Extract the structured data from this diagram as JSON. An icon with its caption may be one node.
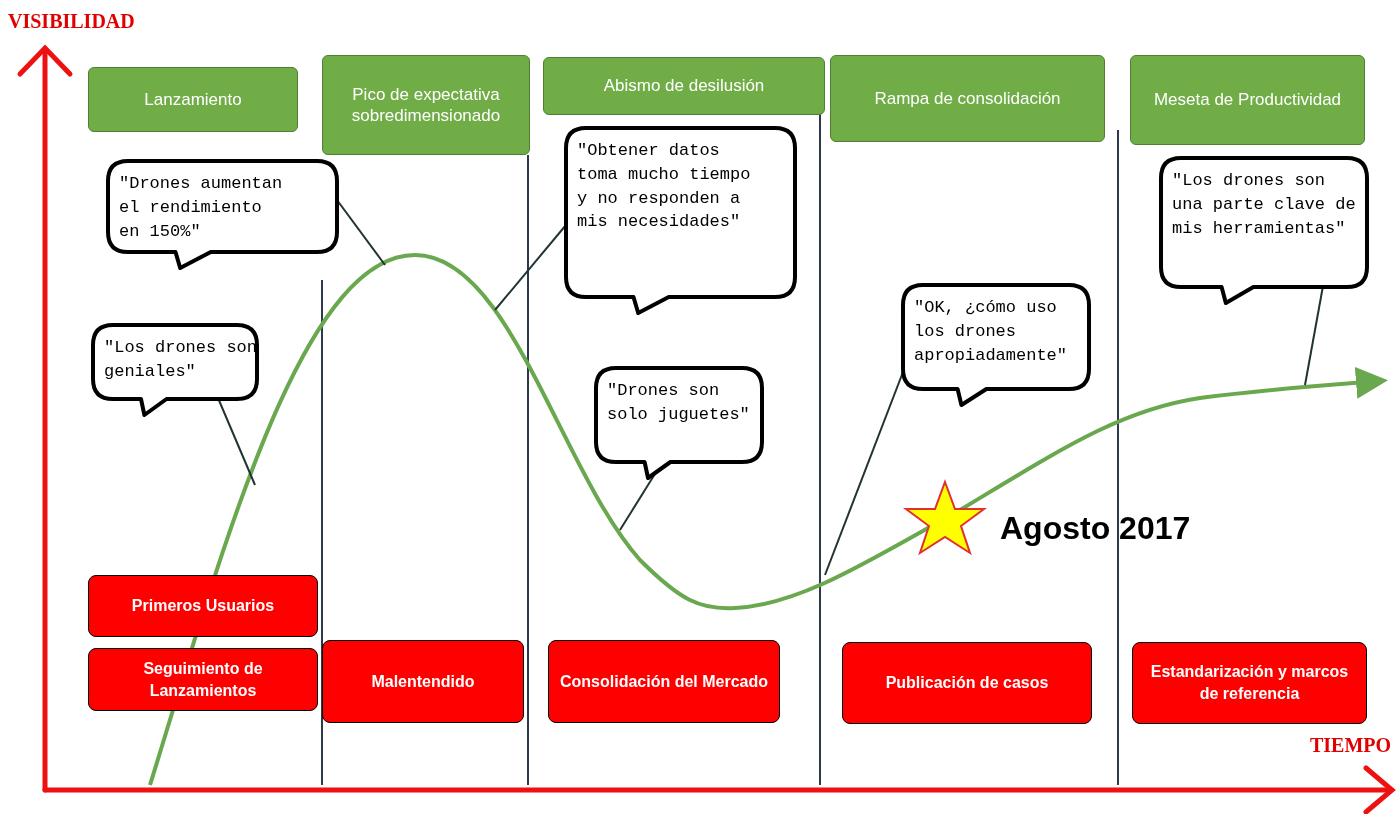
{
  "diagram": {
    "nodes": [
      {
        "text": [
          "Lanzamiento"
        ]
      },
      {
        "text": [
          "Pico de expectativa sobredimensionado"
        ]
      },
      {
        "text": [
          "Abismo de desilusión"
        ]
      },
      {
        "text": [
          "Rampa de consolidación"
        ]
      },
      {
        "text": [
          "Meseta de Productividad"
        ]
      },
      {
        "text": [
          "\"Drones aumentan el rendimiento en 150%\""
        ]
      },
      {
        "text": [
          "\"Obtener datos toma mucho tiempo y no responden a mis necesidades\""
        ]
      },
      {
        "text": [
          "\"Los drones son una parte clave de mis herramientas\""
        ]
      },
      {
        "text": [
          "\"Los drones son geniales\""
        ]
      },
      {
        "text": [
          "\"OK, ¿cómo uso los drones apropiadamente\""
        ]
      },
      {
        "text": [
          "\"Drones son solo juguetes\""
        ]
      },
      {
        "text": [
          "Primeros Usuarios"
        ]
      },
      {
        "text": [
          "Seguimiento de Lanzamientos"
        ]
      },
      {
        "text": [
          "Malentendido"
        ]
      },
      {
        "text": [
          "Consolidación del Mercado"
        ]
      },
      {
        "text": [
          "Publicación de casos"
        ]
      },
      {
        "text": [
          "Estandarización y marcos de referencia"
        ]
      }
    ],
    "edges": [
      {
        "from": 5,
        "to": null,
        "arrow": "none"
      },
      {
        "from": 6,
        "to": null,
        "arrow": "none"
      },
      {
        "from": 7,
        "to": null,
        "arrow": "none"
      },
      {
        "from": 8,
        "to": null,
        "arrow": "none"
      },
      {
        "from": 9,
        "to": null,
        "arrow": "none"
      },
      {
        "from": 10,
        "to": null,
        "arrow": "none"
      }
    ],
    "labels": [
      "VISIBILIDAD",
      "TIEMPO",
      "Agosto 2017"
    ]
  }
}
